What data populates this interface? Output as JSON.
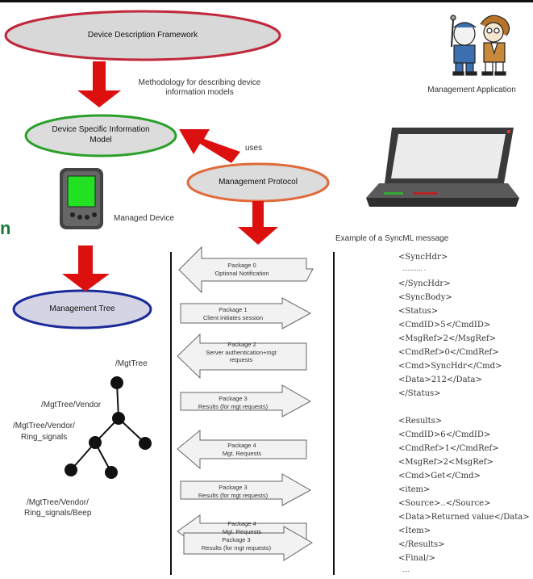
{
  "header": {
    "margin_mark": "n"
  },
  "nodes": {
    "ddf": "Device Description Framework",
    "methodology": "Methodology for describing device information models",
    "dsim_line1": "Device Specific Information",
    "dsim_line2": "Model",
    "uses": "uses",
    "protocol": "Management Protocol",
    "management_application": "Management Application",
    "managed_device": "Managed Device",
    "management_tree": "Management Tree",
    "example_title": "Example of a SyncML message"
  },
  "tree_labels": {
    "root": "/MgtTree",
    "vendor": "/MgtTree/Vendor",
    "ring_line1": "/MgtTree/Vendor/",
    "ring_line2": "Ring_signals",
    "beep_line1": "/MgtTree/Vendor/",
    "beep_line2": "Ring_signals/Beep"
  },
  "packages": [
    {
      "title": "Package 0",
      "desc": "Optional Notification",
      "direction": "left"
    },
    {
      "title": "Package 1",
      "desc": "Client initiates session",
      "direction": "right"
    },
    {
      "title": "Package 2",
      "desc": "Server authentication+mgt requests",
      "direction": "left"
    },
    {
      "title": "Package 3",
      "desc": "Results (for mgt requests)",
      "direction": "right"
    },
    {
      "title": "Package 4",
      "desc": "Mgt. Requests",
      "direction": "left"
    },
    {
      "title": "Package 3",
      "desc": "Results (for mgt requests)",
      "direction": "right"
    },
    {
      "title": "Package 4",
      "desc": "Mgt. Requests",
      "direction": "left"
    },
    {
      "title": "Package 3",
      "desc": "Results (for mgt requests)",
      "direction": "right"
    }
  ],
  "syncml": [
    "<SyncHdr>",
    "........... .",
    "</SyncHdr>",
    "<SyncBody>",
    "<Status>",
    "<CmdID>5</CmdID>",
    "<MsgRef>2</MsgRef>",
    "<CmdRef>0</CmdRef>",
    "<Cmd>SyncHdr</Cmd>",
    "<Data>212</Data>",
    "</Status>",
    "",
    "<Results>",
    "<CmdID>6</CmdID>",
    "<CmdRef>1</CmdRef>",
    "<MsgRef>2<MsgRef>",
    "<Cmd>Get</Cmd>",
    "<item>",
    "<Source>..</Source>",
    "<Data>Returned value</Data>",
    "<Item>",
    "</Results>",
    "<Final/>",
    "...."
  ],
  "colors": {
    "ddf_border": "#c0283c",
    "dsim_border": "#2aa02a",
    "protocol_border": "#e06a3a",
    "tree_border": "#1a2a9a",
    "ellipse_fill": "#d8d8d8",
    "red_arrow": "#dd1010",
    "device_screen": "#22e022"
  }
}
